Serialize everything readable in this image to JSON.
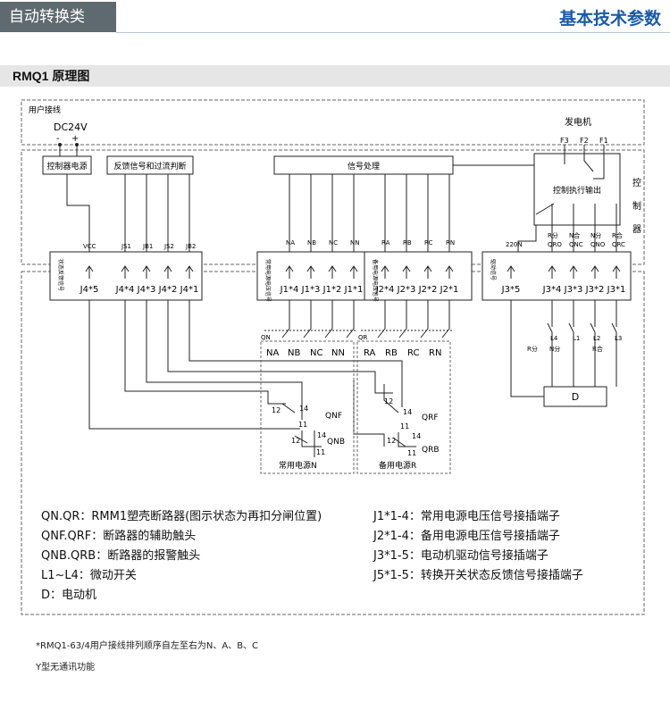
{
  "header": {
    "category": "自动转换类",
    "title": "基本技术参数"
  },
  "section": {
    "title": "RMQ1 原理图"
  },
  "diagram": {
    "user_wiring": "用户接线",
    "dc_supply": "DC24V",
    "dc_minus": "-",
    "dc_plus": "+",
    "generator": "发电机",
    "gen_terminals": [
      "F3",
      "F2",
      "F1"
    ],
    "controller_power": "控制器电源",
    "feedback_box": "反馈信号和过流判断",
    "signal_box": "信号处理",
    "exec_box": "控制执行输出",
    "controller_label": [
      "控",
      "制",
      "器"
    ],
    "top_labels": {
      "vcc": "VCC",
      "js": [
        "JS1",
        "JB1",
        "JS2",
        "JB2"
      ],
      "n_group": [
        "NA",
        "NB",
        "NC",
        "NN"
      ],
      "r_group": [
        "RA",
        "RB",
        "RC",
        "RN"
      ],
      "v220": "220N",
      "outputs": [
        {
          "top": "R分",
          "bottom": "QRO"
        },
        {
          "top": "N合",
          "bottom": "QNC"
        },
        {
          "top": "N分",
          "bottom": "QNO"
        },
        {
          "top": "R合",
          "bottom": "QRC"
        }
      ]
    },
    "connector_side_labels": [
      "状态反馈信号",
      "常用电源电压信号",
      "备用电源电压信号",
      "驱动信号"
    ],
    "connectors": {
      "j4": [
        "J4*5",
        "J4*4",
        "J4*3",
        "J4*2",
        "J4*1"
      ],
      "j1": [
        "J1*4",
        "J1*3",
        "J1*2",
        "J1*1"
      ],
      "j2": [
        "J2*4",
        "J2*3",
        "J2*2",
        "J2*1"
      ],
      "j3": [
        "J3*5",
        "J3*4",
        "J3*3",
        "J3*2",
        "J3*1"
      ]
    },
    "breaker_n": {
      "name": "常用电源N",
      "tag": "QN",
      "poles": [
        "NA",
        "NB",
        "NC",
        "NN"
      ]
    },
    "breaker_r": {
      "name": "备用电源R",
      "tag": "QR",
      "poles": [
        "RA",
        "RB",
        "RC",
        "RN"
      ]
    },
    "contact_labels": {
      "qnf": "QNF",
      "qnb": "QNB",
      "qrf": "QRF",
      "qrb": "QRB",
      "c12": "12",
      "c14": "14",
      "c11": "11"
    },
    "switches": [
      {
        "name": "L4",
        "state": "R分"
      },
      {
        "name": "L1",
        "state": "N分"
      },
      {
        "name": "L2",
        "state": "R合"
      },
      {
        "name": "L3",
        "state": ""
      }
    ],
    "motor": "D"
  },
  "legend_left": [
    "QN.QR：RMM1塑壳断路器(图示状态为再扣分闸位置)",
    "QNF.QRF：断路器的辅助触头",
    "QNB.QRB：断路器的报警触头",
    "L1~L4：微动开关",
    "D：电动机"
  ],
  "legend_right": [
    "J1*1-4：常用电源电压信号接插端子",
    "J2*1-4：备用电源电压信号接插端子",
    "J3*1-5：电动机驱动信号接插端子",
    "J5*1-5：转换开关状态反馈信号接插端子"
  ],
  "notes": [
    "*RMQ1-63/4用户接线排列顺序自左至右为N、A、B、C",
    "Y型无通讯功能"
  ],
  "colors": {
    "header_bg": "#5f6a70",
    "title": "#1a5aa8",
    "section_bg": "#e6e6e6"
  }
}
